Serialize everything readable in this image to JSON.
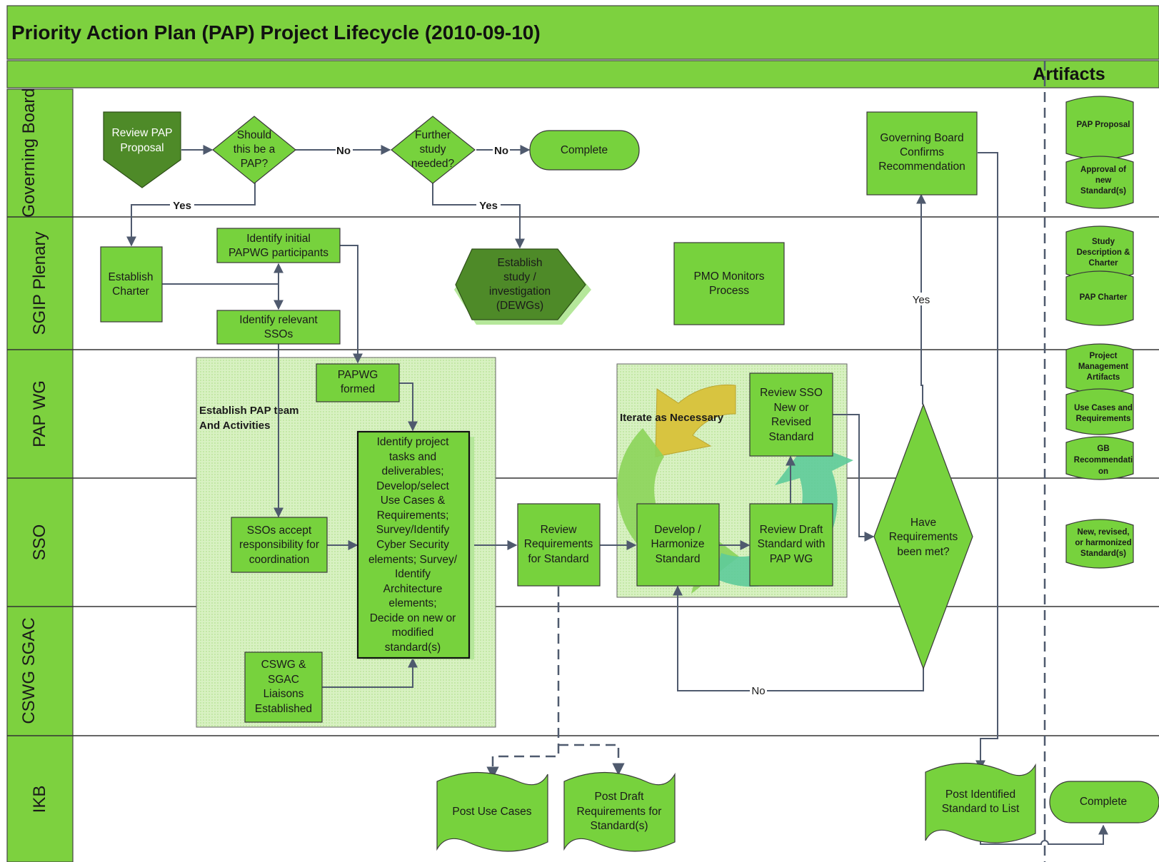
{
  "title": "Priority Action Plan (PAP) Project Lifecycle (2010-09-10)",
  "artifacts_header": "Artifacts",
  "lanes": [
    "Governing Board",
    "SGIP Plenary",
    "PAP WG",
    "SSO",
    "CSWG SGAC",
    "IKB"
  ],
  "regions": {
    "establish_team": "Establish PAP team And Activities",
    "iterate": "Iterate as Necessary"
  },
  "nodes": {
    "review_pap_proposal": "Review PAP Proposal",
    "should_be_pap": "Should this be a PAP?",
    "further_study": "Further study needed?",
    "complete_gb": "Complete",
    "gb_confirms": "Governing Board Confirms Recommendation",
    "establish_charter": "Establish Charter",
    "identify_initial": "Identify initial PAPWG participants",
    "identify_ssos": "Identify relevant SSOs",
    "establish_study": "Establish study / investigation (DEWGs)",
    "pmo_monitors": "PMO Monitors Process",
    "papwg_formed": "PAPWG formed",
    "identify_tasks": "Identify project tasks and deliverables; Develop/select Use Cases & Requirements; Survey/Identify Cyber Security elements; Survey/ Identify Architecture elements; Decide on new or modified standard(s)",
    "review_sso_new": "Review SSO New or Revised Standard",
    "ssos_accept": "SSOs accept responsibility for coordination",
    "review_requirements": "Review Requirements for Standard",
    "develop_harmonize": "Develop / Harmonize Standard",
    "review_draft": "Review Draft Standard with PAP WG",
    "have_requirements": "Have Requirements been met?",
    "cswg_liaisons": "CSWG & SGAC Liaisons Established",
    "post_use_cases": "Post Use Cases",
    "post_draft": "Post Draft Requirements for Standard(s)",
    "post_identified": "Post Identified Standard to List",
    "complete_ikb": "Complete"
  },
  "edge_labels": {
    "yes_1": "Yes",
    "no_1": "No",
    "no_2": "No",
    "yes_2": "Yes",
    "yes_3": "Yes",
    "no_3": "No"
  },
  "artifacts": [
    "PAP Proposal",
    "Approval of new Standard(s)",
    "Study Description & Charter",
    "PAP Charter",
    "Project Management Artifacts",
    "Use Cases and Requirements",
    "GB Recommendation",
    "New, revised, or harmonized Standard(s)"
  ],
  "colors": {
    "green": "#77d23d",
    "dark_green": "#4e8a28",
    "region_fill": "#d6f0c0",
    "connector": "#4f5a6e"
  }
}
